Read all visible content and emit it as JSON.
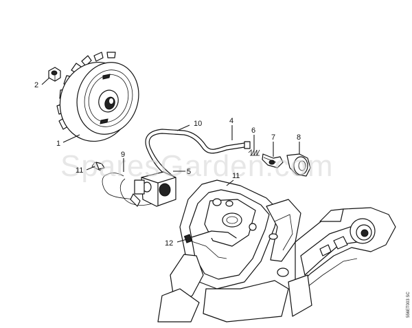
{
  "watermark": "SparesGarden.com",
  "drawing_code": "556ET003 SC",
  "callouts": [
    {
      "id": "c1",
      "text": "1"
    },
    {
      "id": "c2",
      "text": "2"
    },
    {
      "id": "c4",
      "text": "4"
    },
    {
      "id": "c5",
      "text": "5"
    },
    {
      "id": "c6",
      "text": "6"
    },
    {
      "id": "c7",
      "text": "7"
    },
    {
      "id": "c8",
      "text": "8"
    },
    {
      "id": "c9",
      "text": "9"
    },
    {
      "id": "c10",
      "text": "10"
    },
    {
      "id": "c11a",
      "text": "11"
    },
    {
      "id": "c11b",
      "text": "11"
    },
    {
      "id": "c12",
      "text": "12"
    }
  ],
  "colors": {
    "line": "#111111",
    "watermark": "#d4d4d4",
    "background": "#ffffff"
  }
}
